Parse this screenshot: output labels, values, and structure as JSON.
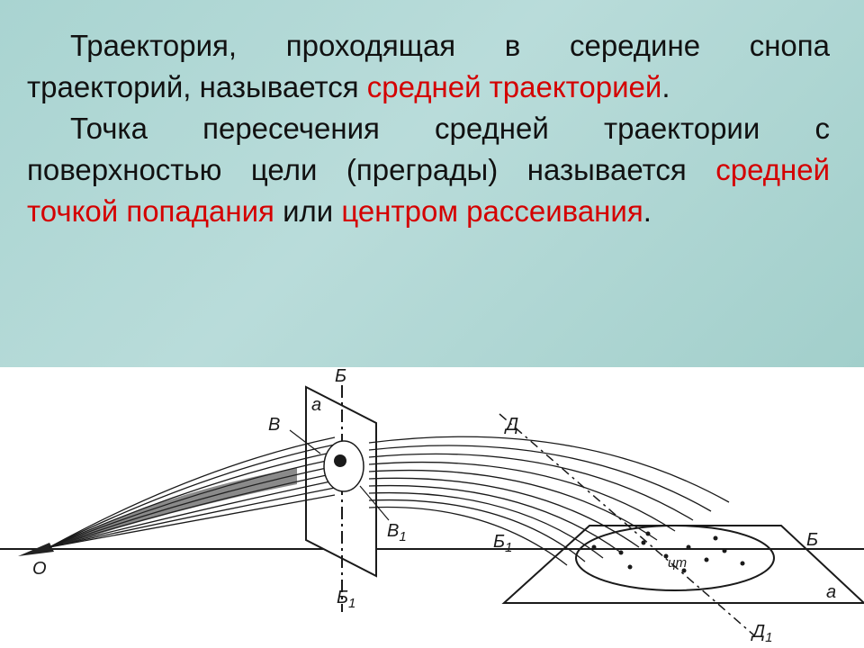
{
  "paragraph1": {
    "text_a": "Траектория, проходящая в середине снопа траекторий, называется ",
    "term": "средней траекторией",
    "text_b": "."
  },
  "paragraph2": {
    "text_a": "Точка пересечения средней траектории с поверхностью цели (преграды) называется ",
    "term1": "средней точкой попадания",
    "text_b": " или ",
    "term2": "центром рассеивания",
    "text_c": "."
  },
  "colors": {
    "background_panel": "#b2d8d5",
    "highlight": "#d40000",
    "text": "#111111"
  },
  "diagram": {
    "labels": {
      "origin": "О",
      "b_top": "Б",
      "a": "а",
      "v": "В",
      "v1": "В",
      "v1_sub": "1",
      "b_low": "Б",
      "b_low_sub": "1",
      "b_bottom": "Б",
      "b_bottom_sub": "1",
      "d": "Д",
      "d1": "Д",
      "d1_sub": "1",
      "b_right": "Б",
      "a_right": "а",
      "cm": "цт"
    }
  }
}
